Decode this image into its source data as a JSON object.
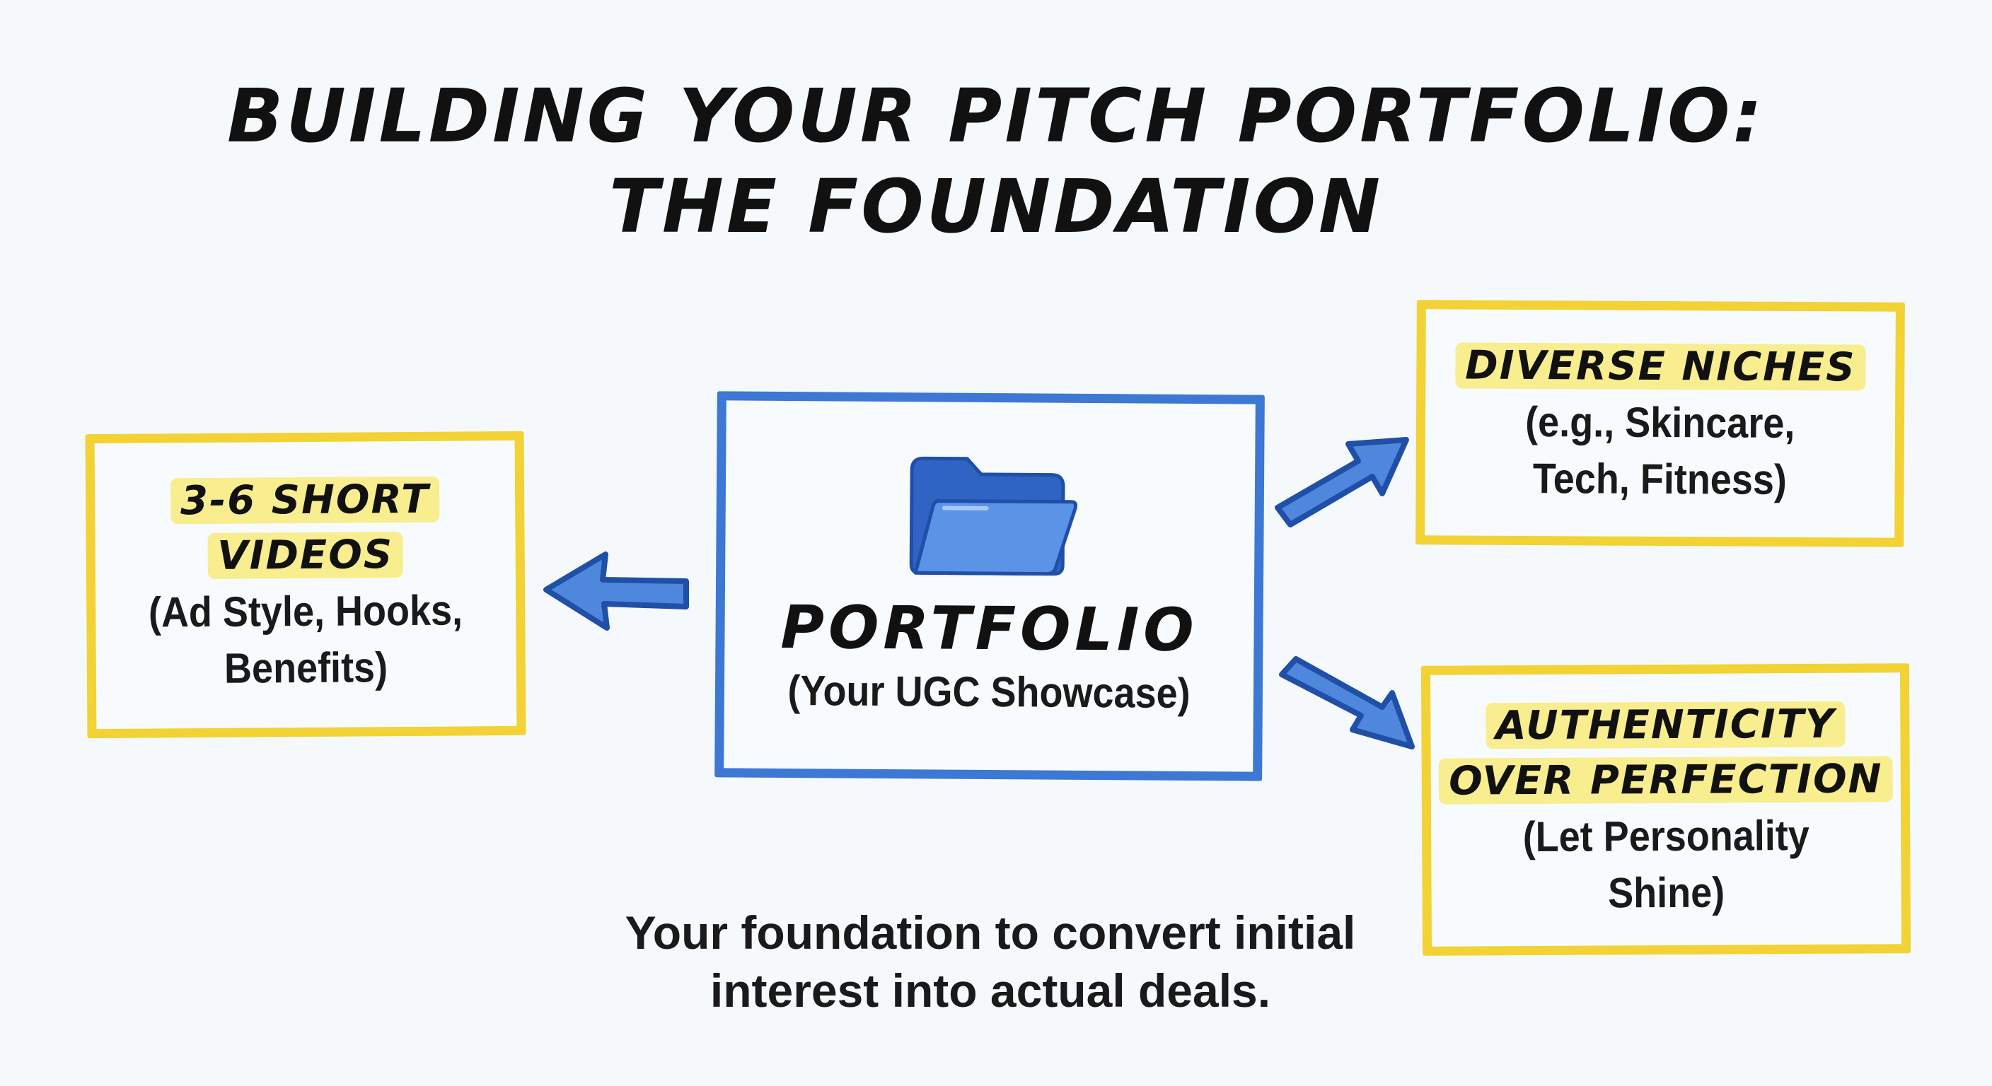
{
  "title": {
    "line1": "Building your pitch portfolio:",
    "line2": "The foundation"
  },
  "center": {
    "label": "PORTFOLIO",
    "sublabel": "(Your UGC Showcase)",
    "icon": "folder-icon"
  },
  "left_box": {
    "heading_line1": "3-6 short",
    "heading_line2": "videos",
    "detail_line1": "(Ad Style, Hooks,",
    "detail_line2": "Benefits)"
  },
  "top_right_box": {
    "heading": "Diverse niches",
    "detail_line1": "(e.g., Skincare,",
    "detail_line2": "Tech, Fitness)"
  },
  "bottom_right_box": {
    "heading_line1": "Authenticity",
    "heading_line2": "over perfection",
    "detail_line1": "(Let Personality",
    "detail_line2": "Shine)"
  },
  "footer": {
    "line1": "Your foundation to convert initial",
    "line2": "interest into actual deals."
  },
  "colors": {
    "box_yellow": "#f2d235",
    "highlight": "#f8ed8f",
    "accent_blue": "#3c78d4",
    "background": "#f5f9fb"
  }
}
